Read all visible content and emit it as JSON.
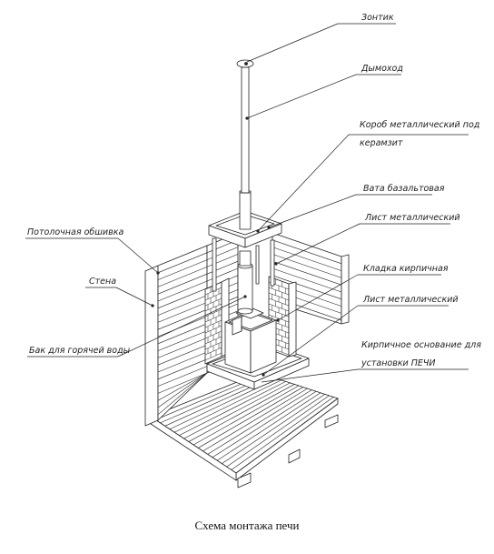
{
  "labels": {
    "umbrella": "Зонтик",
    "chimney": "Дымоход",
    "box_line1": "Короб металлический под",
    "box_line2": "керамзит",
    "wool": "Вата базальтовая",
    "sheet_top": "Лист металлический",
    "brickwork": "Кладка кирпичная",
    "sheet_bottom": "Лист металлический",
    "base_line1": "Кирпичное основание для",
    "base_line2": "установки ПЕЧИ",
    "ceiling": "Потолочная обшивка",
    "wall": "Стена",
    "tank": "Бак для горячей воды"
  },
  "caption": "Схема монтажа печи"
}
